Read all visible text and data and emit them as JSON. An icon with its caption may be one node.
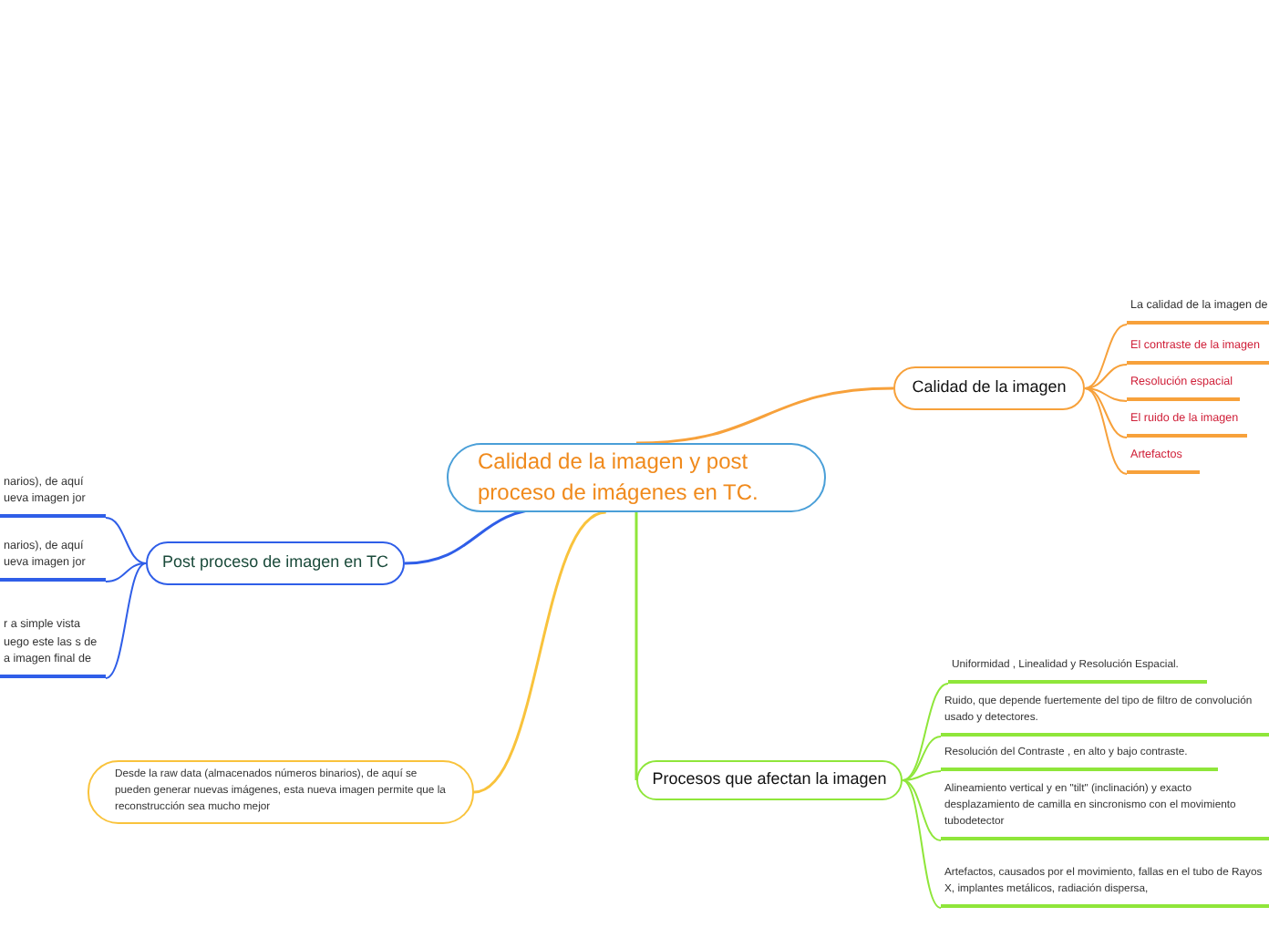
{
  "diagram": {
    "nodes": [
      {
        "text": [
          "Calidad de la imagen y post proceso de imágenes en TC."
        ]
      },
      {
        "text": [
          "Calidad de la imagen"
        ]
      },
      {
        "text": [
          "La calidad de la imagen de"
        ]
      },
      {
        "text": [
          "El contraste de la imagen"
        ]
      },
      {
        "text": [
          "Resolución espacial"
        ]
      },
      {
        "text": [
          "El ruido de la imagen"
        ]
      },
      {
        "text": [
          "Artefactos"
        ]
      },
      {
        "text": [
          "Post proceso de imagen en TC"
        ]
      },
      {
        "text": [
          "narios), de aquí ueva imagen jor"
        ]
      },
      {
        "text": [
          "narios), de aquí ueva imagen jor"
        ]
      },
      {
        "text": [
          "r a simple vista uego este las s de a imagen final de"
        ]
      },
      {
        "text": [
          "Desde la raw data (almacenados números binarios), de aquí se pueden generar nuevas imágenes, esta nueva imagen permite que la reconstrucción sea mucho mejor"
        ]
      },
      {
        "text": [
          "Procesos que afectan la imagen"
        ]
      },
      {
        "text": [
          "Uniformidad , Linealidad y Resolución Espacial."
        ]
      },
      {
        "text": [
          "Ruido, que depende fuertemente del tipo de filtro de convolución usado y detectores."
        ]
      },
      {
        "text": [
          "Resolución del Contraste , en alto y bajo contraste."
        ]
      },
      {
        "text": [
          "Alineamiento vertical y en \"tilt\" (inclinación) y exacto desplazamiento de camilla en sincronismo con el movimiento tubodetector"
        ]
      },
      {
        "text": [
          "Artefactos, causados por el movimiento, fallas en el tubo de Rayos X, implantes metálicos, radiación dispersa,"
        ]
      }
    ],
    "edges": [
      {
        "from": 0,
        "to": 1,
        "arrow": "none",
        "color": "#f7a13b"
      },
      {
        "from": 1,
        "to": 2,
        "arrow": "none",
        "color": "#f7a13b"
      },
      {
        "from": 1,
        "to": 3,
        "arrow": "none",
        "color": "#f7a13b"
      },
      {
        "from": 1,
        "to": 4,
        "arrow": "none",
        "color": "#f7a13b"
      },
      {
        "from": 1,
        "to": 5,
        "arrow": "none",
        "color": "#f7a13b"
      },
      {
        "from": 1,
        "to": 6,
        "arrow": "none",
        "color": "#f7a13b"
      },
      {
        "from": 0,
        "to": 7,
        "arrow": "none",
        "color": "#2f5ee8"
      },
      {
        "from": 7,
        "to": 8,
        "arrow": "none",
        "color": "#2f5ee8"
      },
      {
        "from": 7,
        "to": 9,
        "arrow": "none",
        "color": "#2f5ee8"
      },
      {
        "from": 7,
        "to": 10,
        "arrow": "none",
        "color": "#2f5ee8"
      },
      {
        "from": 0,
        "to": 11,
        "arrow": "none",
        "color": "#f9c33c"
      },
      {
        "from": 0,
        "to": 12,
        "arrow": "none",
        "color": "#8fe63a"
      },
      {
        "from": 12,
        "to": 13,
        "arrow": "none",
        "color": "#8fe63a"
      },
      {
        "from": 12,
        "to": 14,
        "arrow": "none",
        "color": "#8fe63a"
      },
      {
        "from": 12,
        "to": 15,
        "arrow": "none",
        "color": "#8fe63a"
      },
      {
        "from": 12,
        "to": 16,
        "arrow": "none",
        "color": "#8fe63a"
      },
      {
        "from": 12,
        "to": 17,
        "arrow": "none",
        "color": "#8fe63a"
      }
    ]
  }
}
